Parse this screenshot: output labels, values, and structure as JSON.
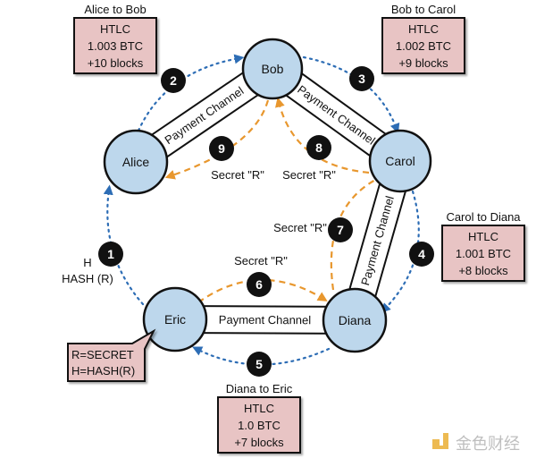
{
  "nodes": {
    "alice": "Alice",
    "bob": "Bob",
    "carol": "Carol",
    "diana": "Diana",
    "eric": "Eric"
  },
  "channel_label": "Payment Channel",
  "steps": [
    "1",
    "2",
    "3",
    "4",
    "5",
    "6",
    "7",
    "8",
    "9"
  ],
  "secret_label": "Secret \"R\"",
  "hash_label": {
    "line1": "H",
    "line2": "HASH (R)"
  },
  "eric_note": {
    "line1": "R=SECRET",
    "line2": "H=HASH(R)"
  },
  "htlcs": [
    {
      "title": "Alice to Bob",
      "line1": "HTLC",
      "line2": "1.003 BTC",
      "line3": "+10 blocks"
    },
    {
      "title": "Bob to Carol",
      "line1": "HTLC",
      "line2": "1.002 BTC",
      "line3": "+9 blocks"
    },
    {
      "title": "Carol to Diana",
      "line1": "HTLC",
      "line2": "1.001 BTC",
      "line3": "+8 blocks"
    },
    {
      "title": "Diana to Eric",
      "line1": "HTLC",
      "line2": "1.0 BTC",
      "line3": "+7 blocks"
    }
  ],
  "watermark": "金色财经",
  "colors": {
    "node": "#bdd7ec",
    "htlc_box": "#e8c4c4",
    "payment_arrow": "#2d6db5",
    "secret_arrow": "#e8972e"
  }
}
